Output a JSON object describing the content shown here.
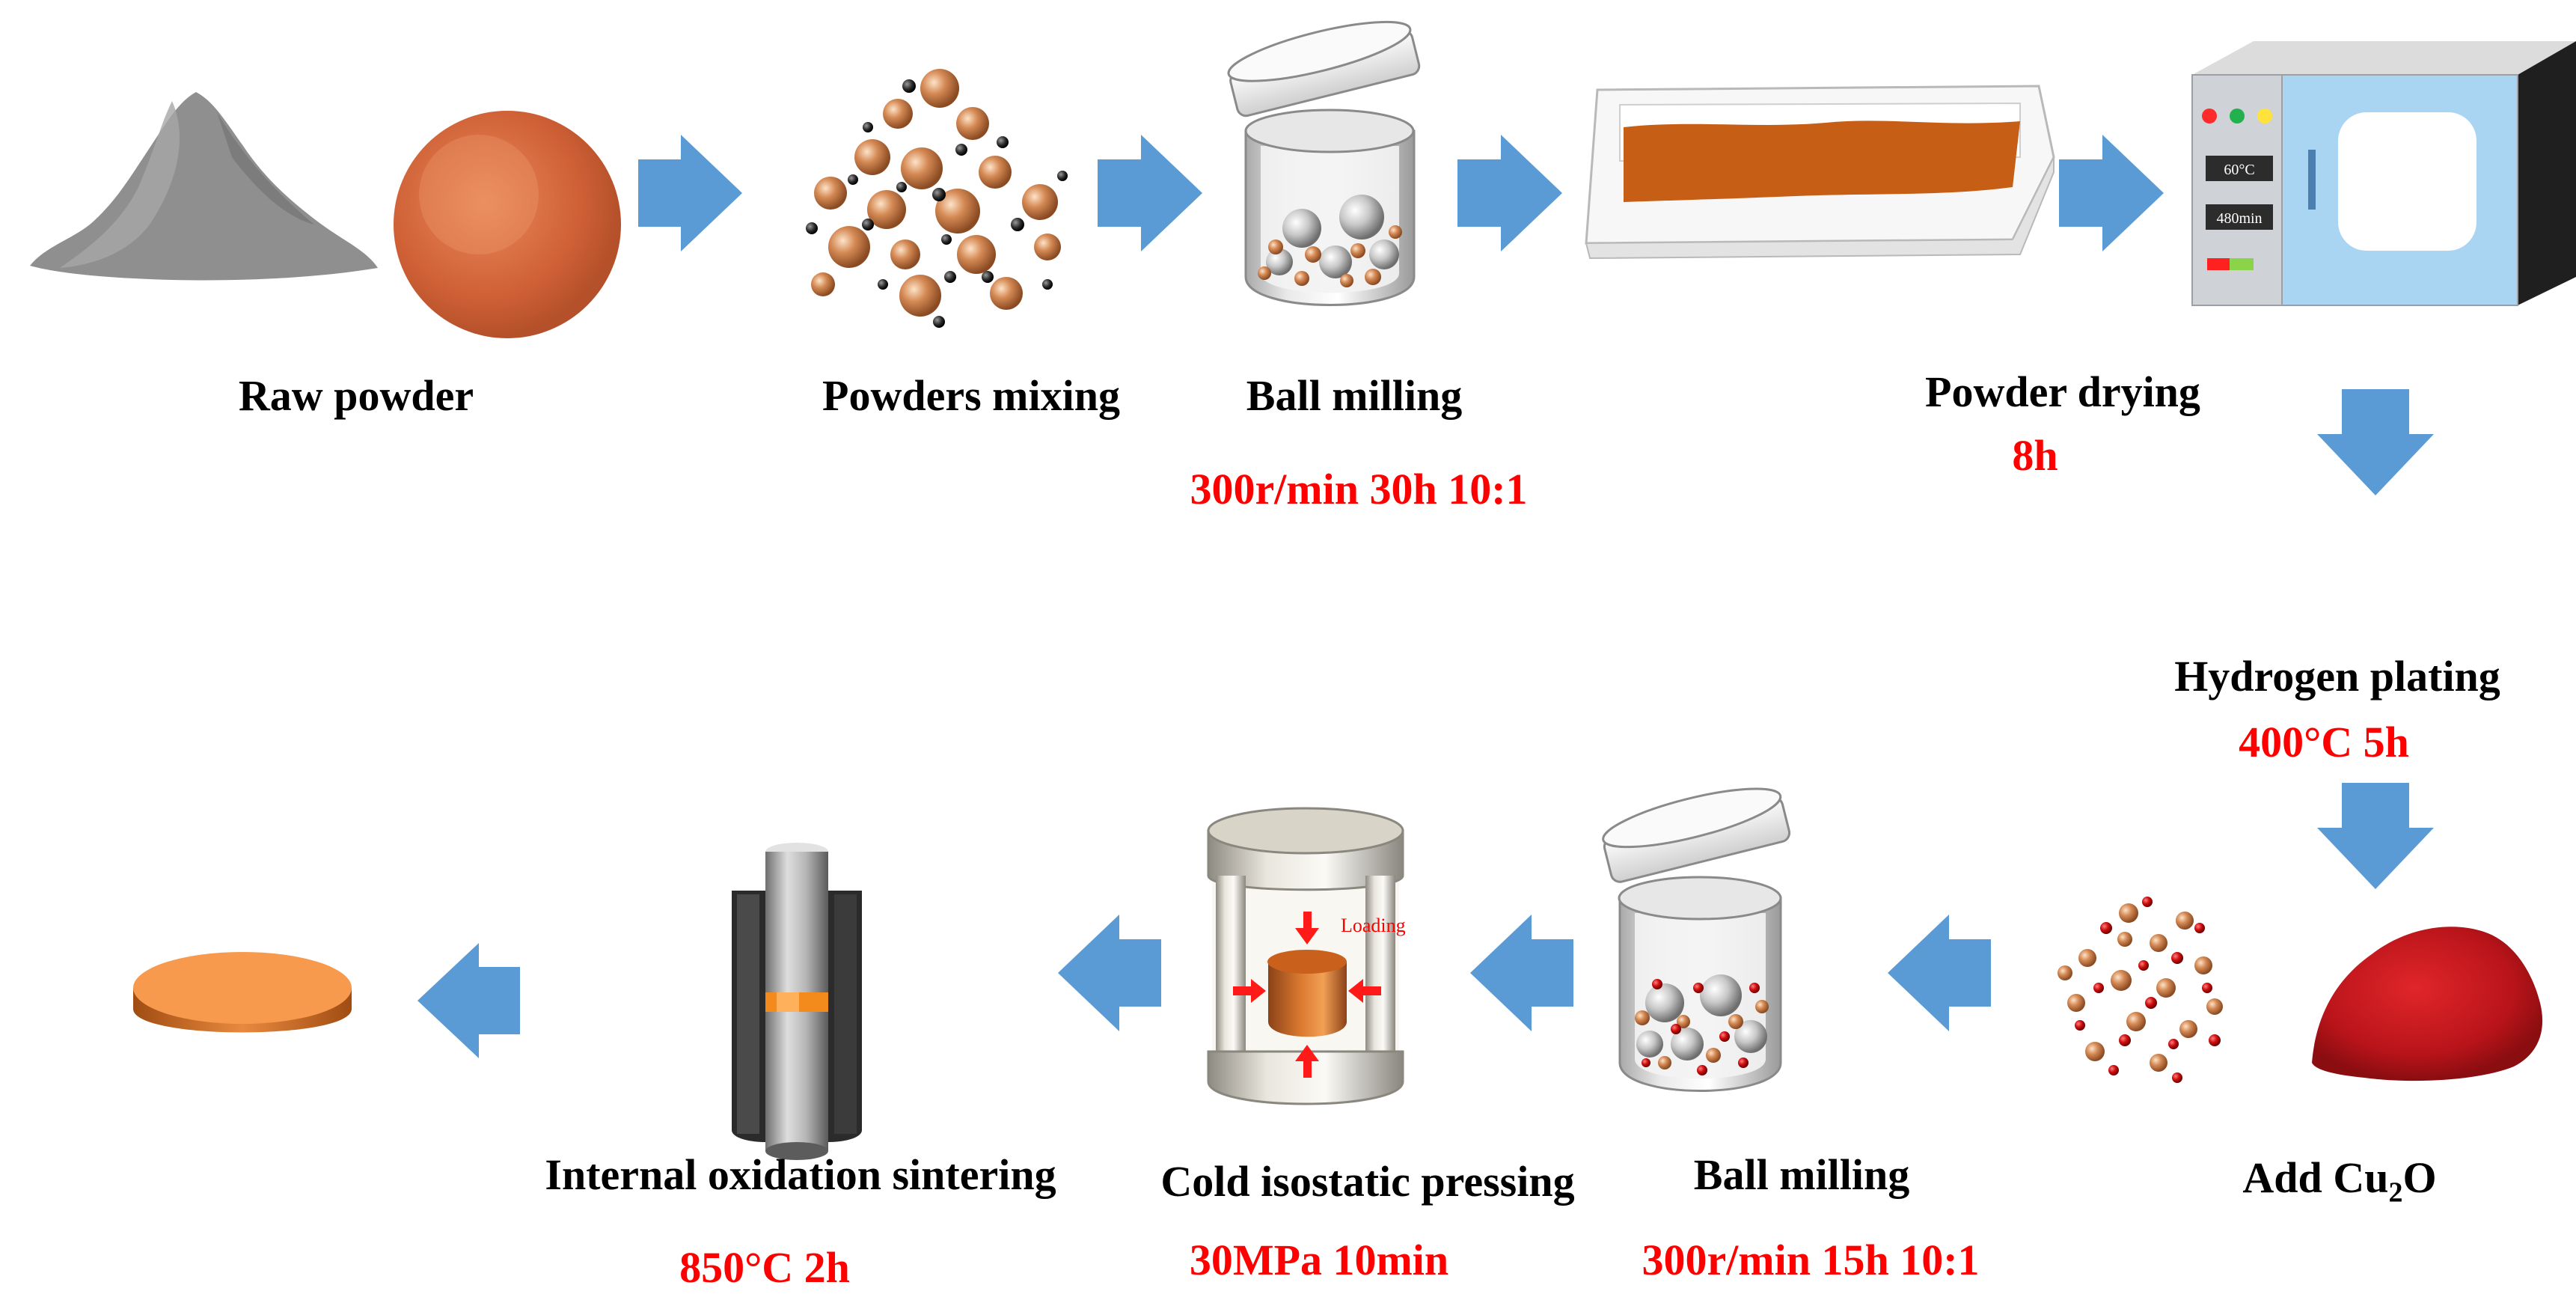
{
  "steps": {
    "raw_powder": {
      "label": "Raw powder"
    },
    "powders_mixing": {
      "label": "Powders mixing"
    },
    "ball_milling_1": {
      "label": "Ball milling",
      "params": "300r/min 30h 10:1"
    },
    "powder_drying": {
      "label": "Powder drying",
      "params": "8h"
    },
    "hydrogen_plating": {
      "label": "Hydrogen plating",
      "params": "400°C 5h"
    },
    "add_cu2o": {
      "label_main": "Add Cu",
      "label_sub": "2",
      "label_tail": "O"
    },
    "ball_milling_2": {
      "label": "Ball milling",
      "params": "300r/min 15h 10:1"
    },
    "cold_isostatic_pressing": {
      "label": "Cold isostatic pressing",
      "params": "30MPa 10min"
    },
    "internal_oxidation_sintering": {
      "label": "Internal oxidation sintering",
      "params": "850°C 2h"
    }
  },
  "oven": {
    "temperature": "60°C",
    "time": "480min"
  },
  "press": {
    "loading_label": "Loading"
  },
  "colors": {
    "arrow": "#5b9bd5",
    "param_text": "#ff0000",
    "copper": "#c96a2c",
    "cu2o": "#c0171b"
  }
}
